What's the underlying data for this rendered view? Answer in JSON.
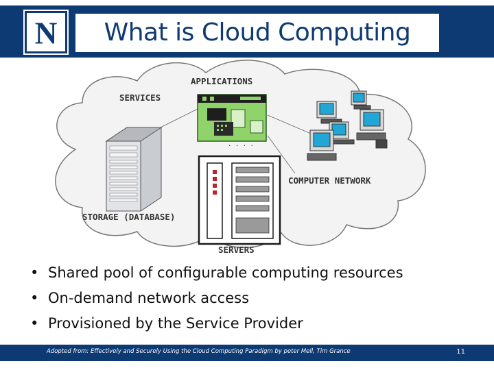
{
  "slide": {
    "title": "What is Cloud Computing",
    "logo_letter": "N"
  },
  "diagram": {
    "labels": {
      "applications": "APPLICATIONS",
      "services": "SERVICES",
      "computer_network": "COMPUTER NETWORK",
      "storage": "STORAGE (DATABASE)",
      "servers": "SERVERS"
    }
  },
  "bullets": [
    "Shared pool of configurable computing resources",
    "On-demand network access",
    "Provisioned by the Service Provider"
  ],
  "bullet_glyph": "•",
  "footer": {
    "citation": "Adopted from: Effectively and Securely Using the Cloud Computing Paradigm by peter Mell, Tim Grance",
    "page_number": "11"
  },
  "colors": {
    "brand_navy": "#0e3a73",
    "cloud_fill": "#f3f3f3",
    "cloud_stroke": "#777777"
  },
  "icons": [
    "university-n-logo-icon",
    "cloud-icon",
    "application-window-icon",
    "desktop-computer-icon",
    "tower-server-icon",
    "rack-server-icon"
  ]
}
